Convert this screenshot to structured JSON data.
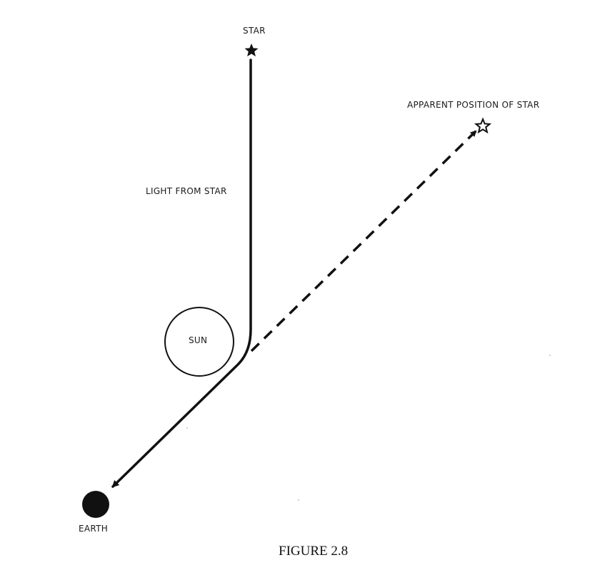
{
  "labels": {
    "star": "STAR",
    "apparent_position": "APPARENT POSITION OF STAR",
    "light_from_star": "LIGHT FROM STAR",
    "sun": "SUN",
    "earth": "EARTH"
  },
  "caption": "FIGURE 2.8",
  "colors": {
    "ink": "#111111",
    "background": "#ffffff"
  }
}
